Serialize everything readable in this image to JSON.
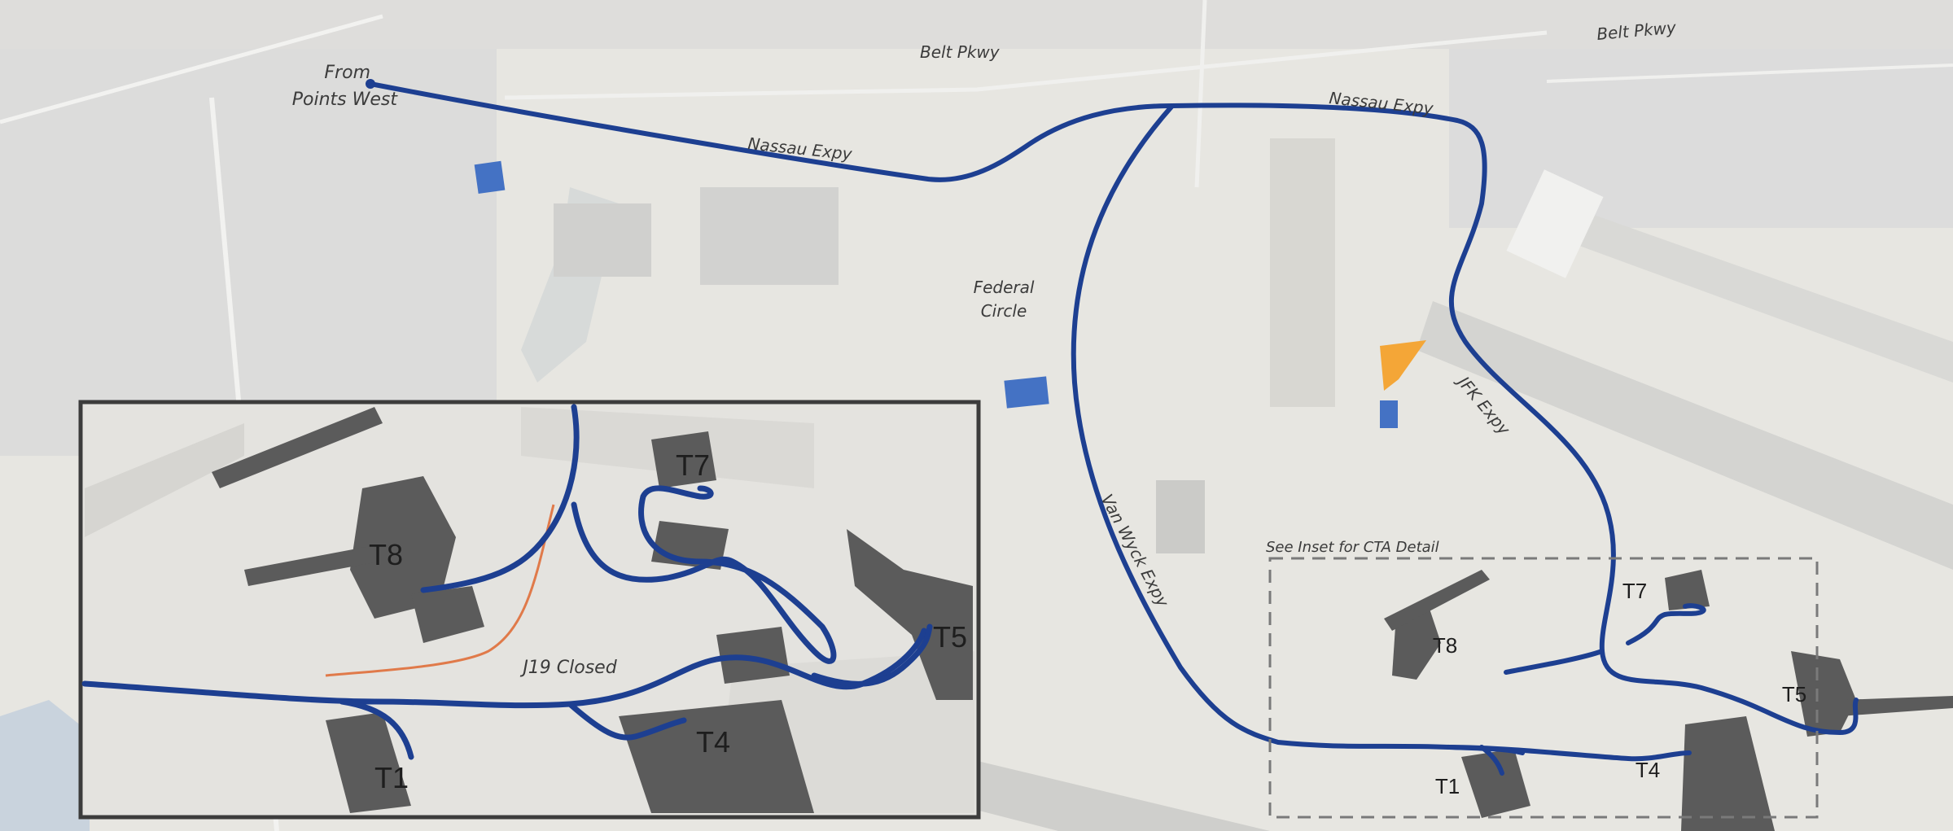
{
  "map": {
    "roads": {
      "belt_pkwy_west": "Belt Pkwy",
      "belt_pkwy_east": "Belt Pkwy",
      "nassau_expy_west": "Nassau Expy",
      "nassau_expy_east": "Nassau Expy",
      "van_wyck_expy": "Van Wyck Expy",
      "jfk_expy": "JFK Expy"
    },
    "places": {
      "from_line1": "From",
      "from_line2": "Points West",
      "federal_line1": "Federal",
      "federal_line2": "Circle"
    },
    "inset_note": "See Inset for CTA Detail",
    "terminals_main": {
      "t1": "T1",
      "t4": "T4",
      "t5": "T5",
      "t7": "T7",
      "t8": "T8"
    },
    "inset": {
      "closure": "J19 Closed",
      "t1": "T1",
      "t4": "T4",
      "t5": "T5",
      "t7": "T7",
      "t8": "T8"
    },
    "colors": {
      "route": "#1d3f91",
      "parking_blue": "#4472c4",
      "zone_orange": "#f4a637",
      "closure_line": "#e07a4a",
      "terminal_building": "#5b5b5b"
    }
  }
}
